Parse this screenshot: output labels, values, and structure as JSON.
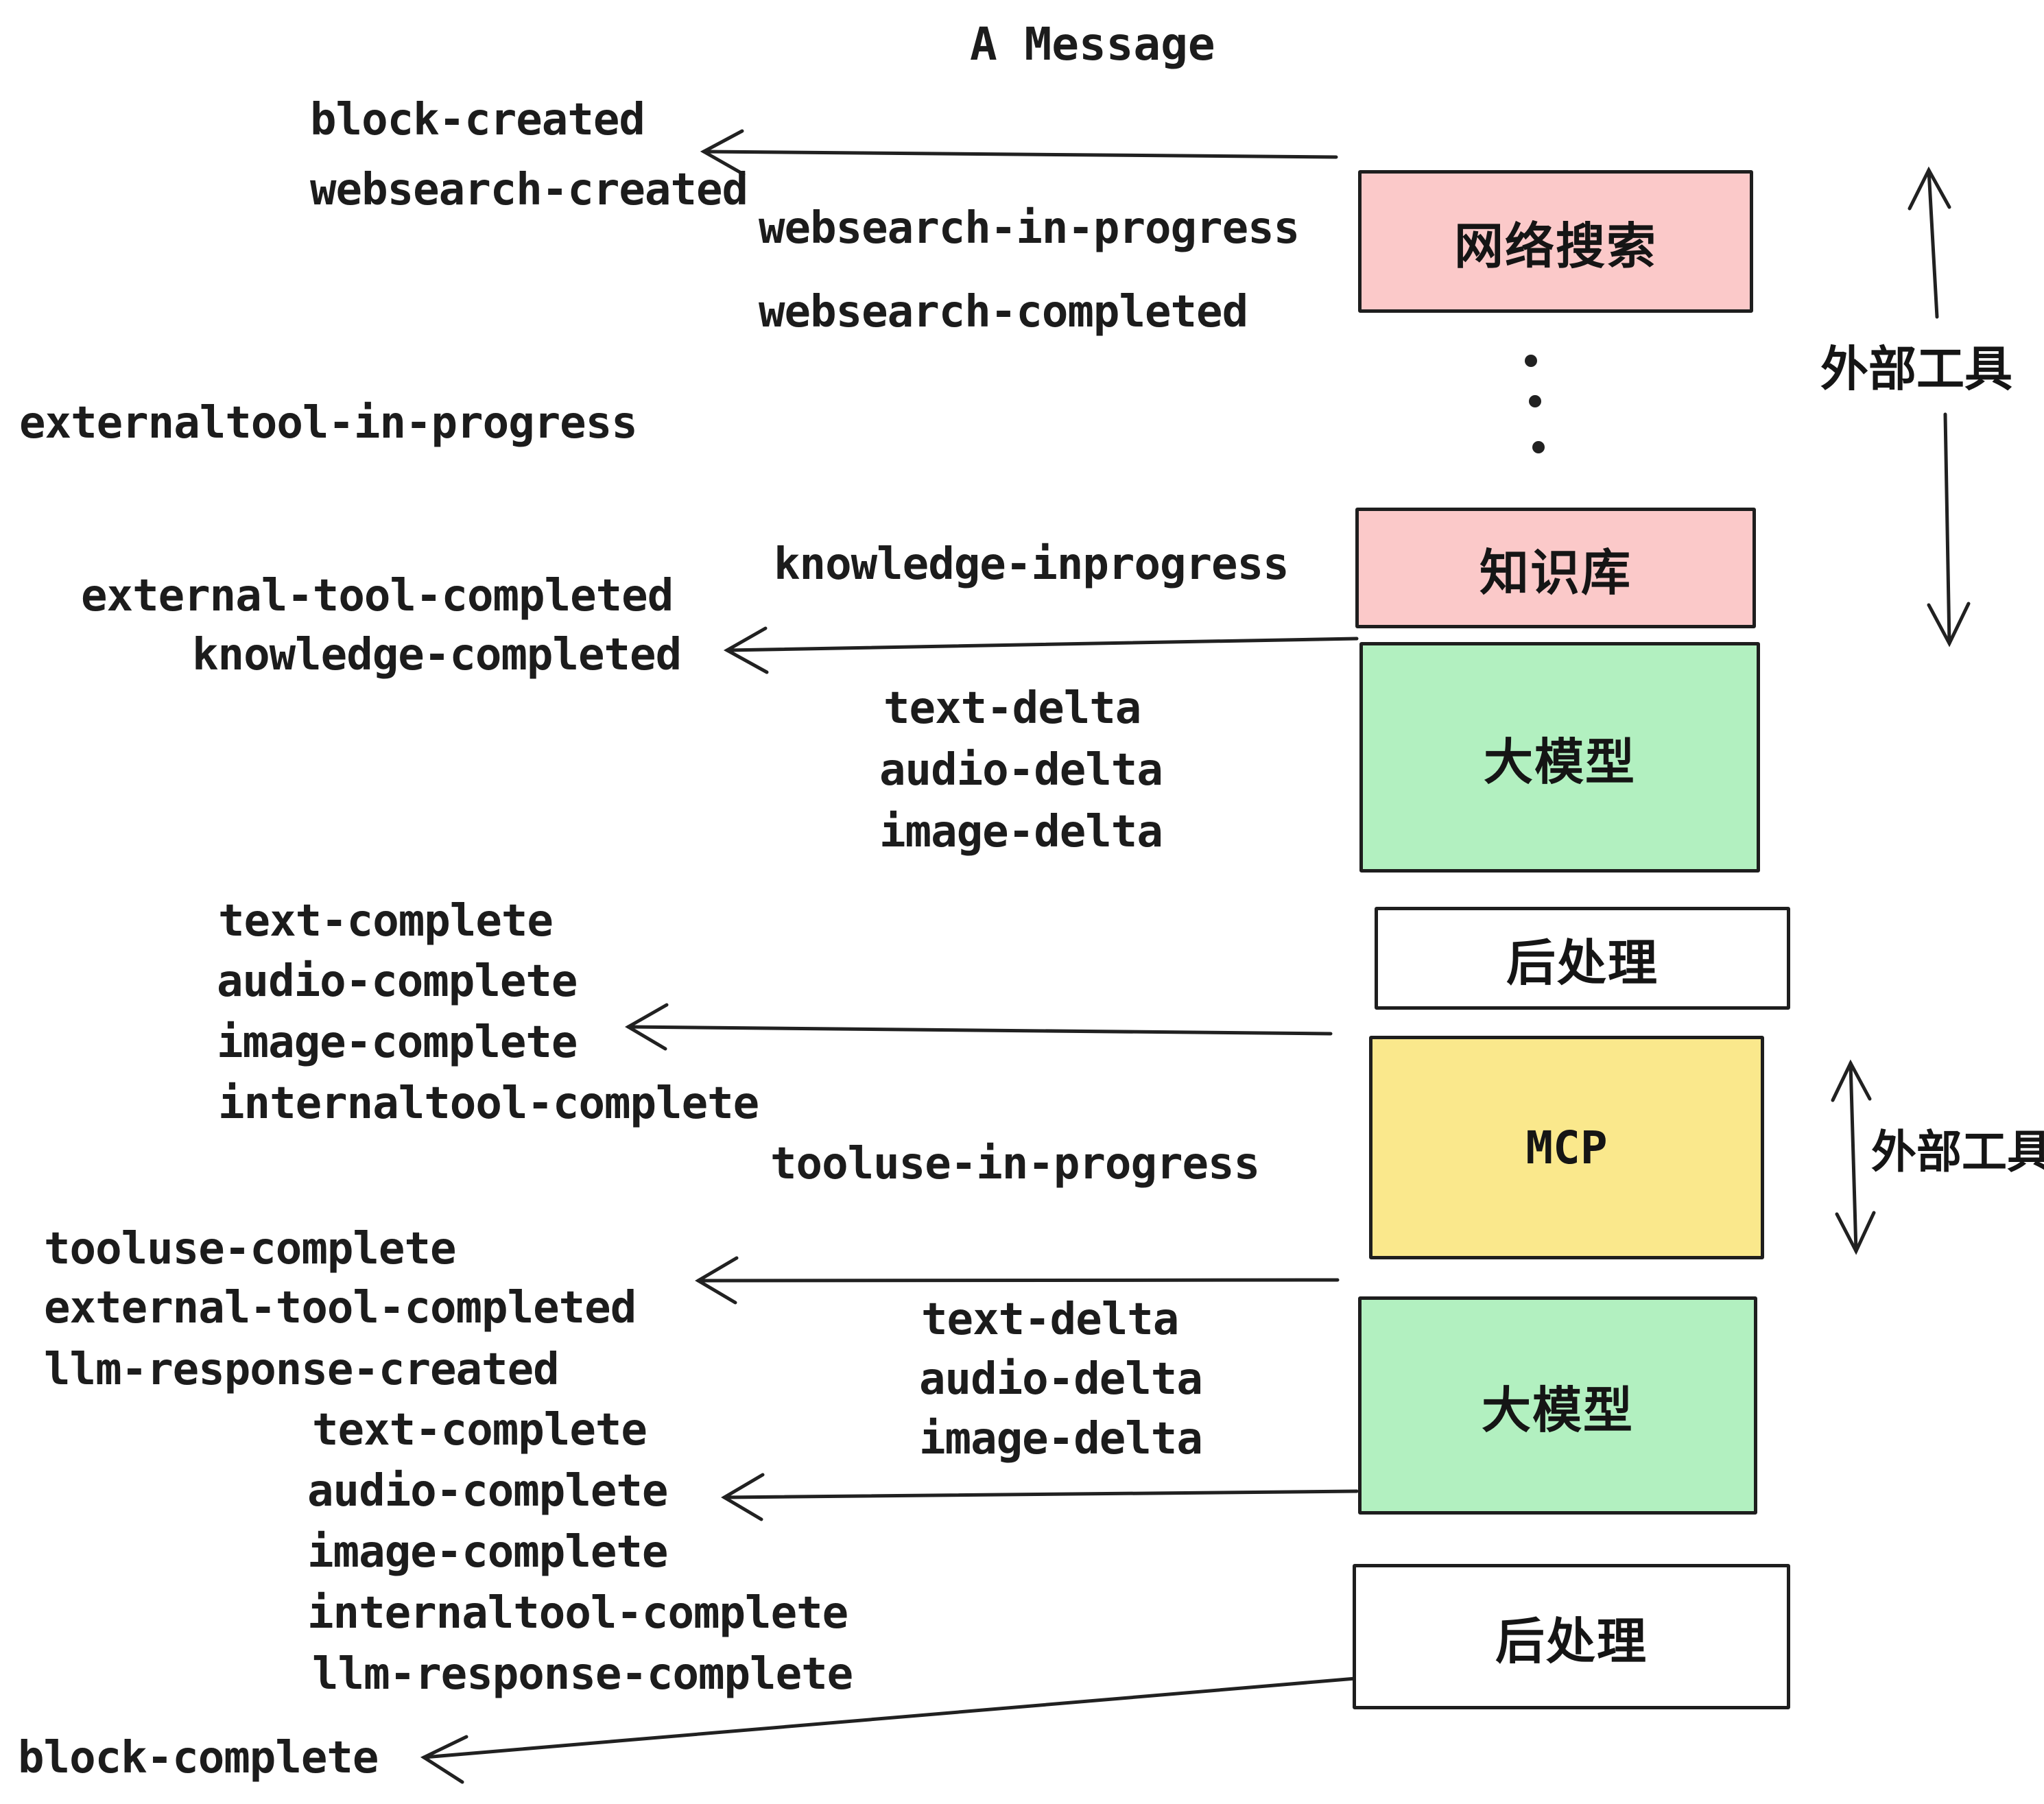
{
  "title": "A Message",
  "colors": {
    "pink": "#fbc9c9",
    "green": "#b2f0c0",
    "yellow": "#fae88c",
    "white": "#ffffff",
    "border": "#1e1e1e",
    "ink": "#212121"
  },
  "event_labels": [
    "block-created",
    "websearch-created",
    "websearch-in-progress",
    "websearch-completed",
    "externaltool-in-progress",
    "knowledge-inprogress",
    "external-tool-completed",
    "knowledge-completed",
    "text-delta",
    "audio-delta",
    "image-delta",
    "text-complete",
    "audio-complete",
    "image-complete",
    "internaltool-complete",
    "tooluse-in-progress",
    "tooluse-complete",
    "external-tool-completed",
    "llm-response-created",
    "text-complete",
    "audio-complete",
    "image-complete",
    "internaltool-complete",
    "llm-response-complete",
    "block-complete",
    "text-delta",
    "audio-delta",
    "image-delta"
  ],
  "boxes": [
    {
      "label": "网络搜索",
      "fill": "#fbc9c9"
    },
    {
      "label": "知识库",
      "fill": "#fbc9c9"
    },
    {
      "label": "大模型",
      "fill": "#b2f0c0"
    },
    {
      "label": "后处理",
      "fill": "#ffffff"
    },
    {
      "label": "MCP",
      "fill": "#fae88c"
    },
    {
      "label": "大模型",
      "fill": "#b2f0c0"
    },
    {
      "label": "后处理",
      "fill": "#ffffff"
    }
  ],
  "side_labels": [
    "外部工具",
    "外部工具"
  ]
}
